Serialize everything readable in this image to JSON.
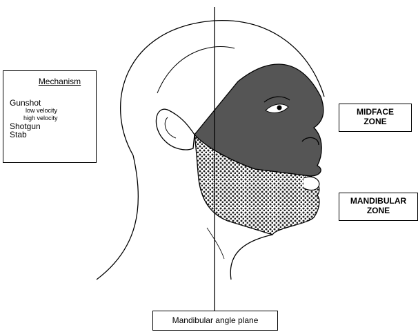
{
  "mechanism": {
    "title": "Mechanism",
    "items": [
      "Gunshot",
      "low velocity",
      "high velocity",
      "Shotgun",
      "Stab"
    ]
  },
  "zones": {
    "midface": [
      "MIDFACE",
      "ZONE"
    ],
    "mandibular": [
      "MANDIBULAR",
      "ZONE"
    ]
  },
  "plane_label": "Mandibular angle plane",
  "colors": {
    "midface_fill": "#555555",
    "line": "#000000"
  }
}
